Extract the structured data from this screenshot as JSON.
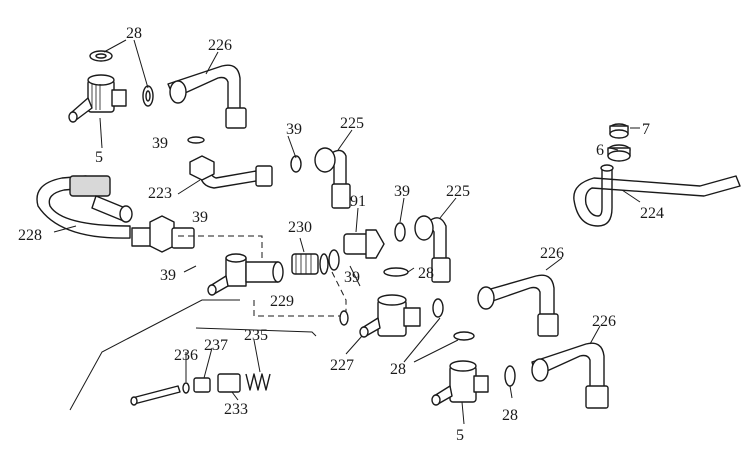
{
  "callouts": [
    {
      "id": "c28a",
      "text": "28"
    },
    {
      "id": "c226a",
      "text": "226"
    },
    {
      "id": "c5a",
      "text": "5"
    },
    {
      "id": "c39a",
      "text": "39"
    },
    {
      "id": "c39b",
      "text": "39"
    },
    {
      "id": "c225a",
      "text": "225"
    },
    {
      "id": "c223",
      "text": "223"
    },
    {
      "id": "c7",
      "text": "7"
    },
    {
      "id": "c6",
      "text": "6"
    },
    {
      "id": "c224",
      "text": "224"
    },
    {
      "id": "c228",
      "text": "228"
    },
    {
      "id": "c39c",
      "text": "39"
    },
    {
      "id": "c230",
      "text": "230"
    },
    {
      "id": "c91",
      "text": "91"
    },
    {
      "id": "c39d",
      "text": "39"
    },
    {
      "id": "c225b",
      "text": "225"
    },
    {
      "id": "c226b",
      "text": "226"
    },
    {
      "id": "c39e",
      "text": "39"
    },
    {
      "id": "c28b",
      "text": "28"
    },
    {
      "id": "c39f",
      "text": "39"
    },
    {
      "id": "c229",
      "text": "229"
    },
    {
      "id": "c227",
      "text": "227"
    },
    {
      "id": "c28c",
      "text": "28"
    },
    {
      "id": "c226c",
      "text": "226"
    },
    {
      "id": "c236",
      "text": "236"
    },
    {
      "id": "c237",
      "text": "237"
    },
    {
      "id": "c235",
      "text": "235"
    },
    {
      "id": "c233",
      "text": "233"
    },
    {
      "id": "c28d",
      "text": "28"
    },
    {
      "id": "c5b",
      "text": "5"
    }
  ]
}
